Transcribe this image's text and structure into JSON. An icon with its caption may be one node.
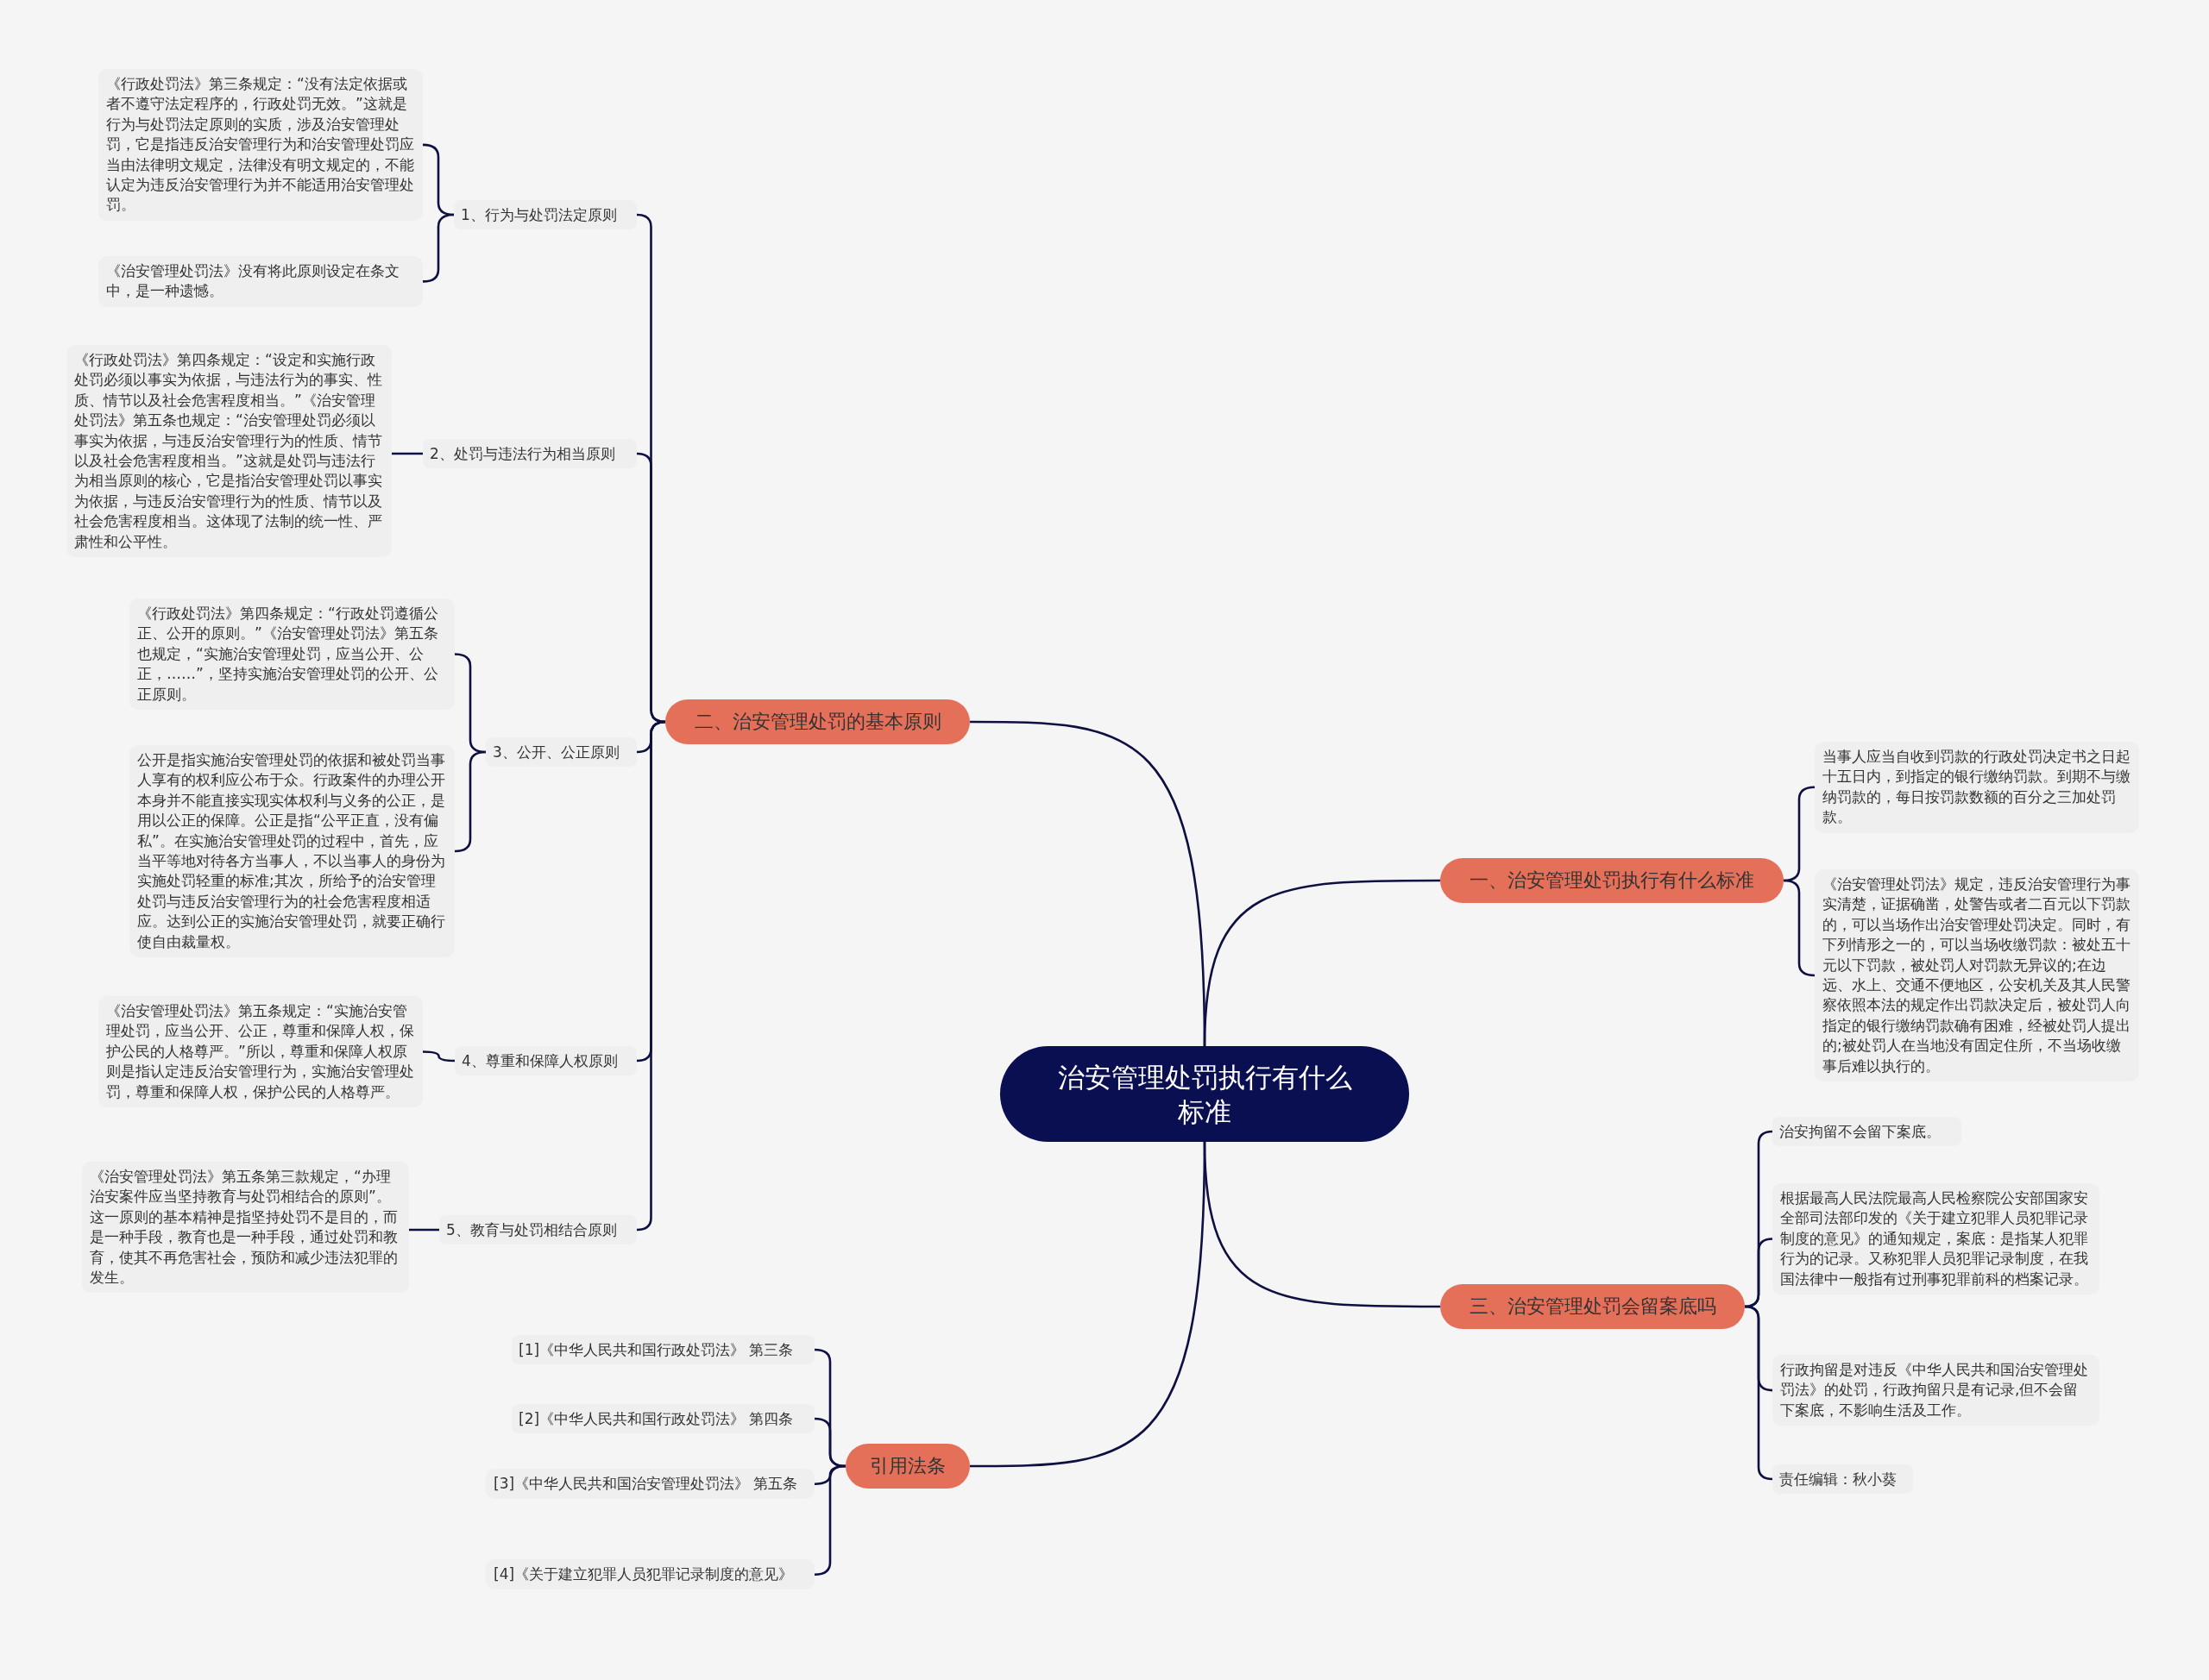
{
  "diagram": {
    "nodes": [
      {
        "text": [
          "治安管理处罚执行有什么标准"
        ]
      },
      {
        "text": [
          "一、治安管理处罚执行有什么标准"
        ]
      },
      {
        "text": [
          "当事人应当自收到罚款的行政处罚决定书之日起十五日内，到指定的银行缴纳罚款。到期不与缴纳罚款的，每日按罚款数额的百分之三加处罚款。"
        ]
      },
      {
        "text": [
          "《治安管理处罚法》规定，违反治安管理行为事实清楚，证据确凿，处警告或者二百元以下罚款的，可以当场作出治安管理处罚决定。同时，有下列情形之一的，可以当场收缴罚款：被处五十元以下罚款，被处罚人对罚款无异议的;在边远、水上、交通不便地区，公安机关及其人民警察依照本法的规定作出罚款决定后，被处罚人向指定的银行缴纳罚款确有困难，经被处罚人提出的;被处罚人在当地没有固定住所，不当场收缴事后难以执行的。"
        ]
      },
      {
        "text": [
          "二、治安管理处罚的基本原则"
        ]
      },
      {
        "text": [
          "1、行为与处罚法定原则"
        ]
      },
      {
        "text": [
          "《行政处罚法》第三条规定：“没有法定依据或者不遵守法定程序的，行政处罚无效。”这就是行为与处罚法定原则的实质，涉及治安管理处罚，它是指违反治安管理行为和治安管理处罚应当由法律明文规定，法律没有明文规定的，不能认定为违反治安管理行为并不能适用治安管理处罚。"
        ]
      },
      {
        "text": [
          "《治安管理处罚法》没有将此原则设定在条文中，是一种遗憾。"
        ]
      },
      {
        "text": [
          "2、处罚与违法行为相当原则"
        ]
      },
      {
        "text": [
          "《行政处罚法》第四条规定：“设定和实施行政处罚必须以事实为依据，与违法行为的事实、性质、情节以及社会危害程度相当。”《治安管理处罚法》第五条也规定：“治安管理处罚必须以事实为依据，与违反治安管理行为的性质、情节以及社会危害程度相当。”这就是处罚与违法行为相当原则的核心，它是指治安管理处罚以事实为依据，与违反治安管理行为的性质、情节以及社会危害程度相当。这体现了法制的统一性、严肃性和公平性。"
        ]
      },
      {
        "text": [
          "3、公开、公正原则"
        ]
      },
      {
        "text": [
          "《行政处罚法》第四条规定：“行政处罚遵循公正、公开的原则。”《治安管理处罚法》第五条也规定，“实施治安管理处罚，应当公开、公正，……”，坚持实施治安管理处罚的公开、公正原则。"
        ]
      },
      {
        "text": [
          "公开是指实施治安管理处罚的依据和被处罚当事人享有的权利应公布于众。行政案件的办理公开本身并不能直接实现实体权利与义务的公正，是用以公正的保障。公正是指“公平正直，没有偏私”。在实施治安管理处罚的过程中，首先，应当平等地对待各方当事人，不以当事人的身份为实施处罚轻重的标准;其次，所给予的治安管理处罚与违反治安管理行为的社会危害程度相适应。达到公正的实施治安管理处罚，就要正确行使自由裁量权。"
        ]
      },
      {
        "text": [
          "4、尊重和保障人权原则"
        ]
      },
      {
        "text": [
          "《治安管理处罚法》第五条规定：“实施治安管理处罚，应当公开、公正，尊重和保障人权，保护公民的人格尊严。”所以，尊重和保障人权原则是指认定违反治安管理行为，实施治安管理处罚，尊重和保障人权，保护公民的人格尊严。"
        ]
      },
      {
        "text": [
          "5、教育与处罚相结合原则"
        ]
      },
      {
        "text": [
          "《治安管理处罚法》第五条第三款规定，“办理治安案件应当坚持教育与处罚相结合的原则”。这一原则的基本精神是指坚持处罚不是目的，而是一种手段，教育也是一种手段，通过处罚和教育，使其不再危害社会，预防和减少违法犯罪的发生。"
        ]
      },
      {
        "text": [
          "引用法条"
        ]
      },
      {
        "text": [
          "[1]《中华人民共和国行政处罚法》 第三条"
        ]
      },
      {
        "text": [
          "[2]《中华人民共和国行政处罚法》 第四条"
        ]
      },
      {
        "text": [
          "[3]《中华人民共和国治安管理处罚法》 第五条"
        ]
      },
      {
        "text": [
          "[4]《关于建立犯罪人员犯罪记录制度的意见》"
        ]
      },
      {
        "text": [
          "三、治安管理处罚会留案底吗"
        ]
      },
      {
        "text": [
          "治安拘留不会留下案底。"
        ]
      },
      {
        "text": [
          "根据最高人民法院最高人民检察院公安部国家安全部司法部印发的《关于建立犯罪人员犯罪记录制度的意见》的通知规定，案底：是指某人犯罪行为的记录。又称犯罪人员犯罪记录制度，在我国法律中一般指有过刑事犯罪前科的档案记录。"
        ]
      },
      {
        "text": [
          "行政拘留是对违反《中华人民共和国治安管理处罚法》的处罚，行政拘留只是有记录,但不会留下案底，不影响生活及工作。"
        ]
      },
      {
        "text": [
          "责任编辑：秋小葵"
        ]
      }
    ],
    "edges": [
      {
        "from": 0,
        "to": 1,
        "arrow": "none"
      },
      {
        "from": 1,
        "to": 2,
        "arrow": "none"
      },
      {
        "from": 1,
        "to": 3,
        "arrow": "none"
      },
      {
        "from": 0,
        "to": 4,
        "arrow": "none"
      },
      {
        "from": 4,
        "to": 5,
        "arrow": "none"
      },
      {
        "from": 5,
        "to": 6,
        "arrow": "none"
      },
      {
        "from": 5,
        "to": 7,
        "arrow": "none"
      },
      {
        "from": 4,
        "to": 8,
        "arrow": "none"
      },
      {
        "from": 8,
        "to": 9,
        "arrow": "none"
      },
      {
        "from": 4,
        "to": 10,
        "arrow": "none"
      },
      {
        "from": 10,
        "to": 11,
        "arrow": "none"
      },
      {
        "from": 10,
        "to": 12,
        "arrow": "none"
      },
      {
        "from": 4,
        "to": 13,
        "arrow": "none"
      },
      {
        "from": 13,
        "to": 14,
        "arrow": "none"
      },
      {
        "from": 4,
        "to": 15,
        "arrow": "none"
      },
      {
        "from": 15,
        "to": 16,
        "arrow": "none"
      },
      {
        "from": 0,
        "to": 17,
        "arrow": "none"
      },
      {
        "from": 17,
        "to": 18,
        "arrow": "none"
      },
      {
        "from": 17,
        "to": 19,
        "arrow": "none"
      },
      {
        "from": 17,
        "to": 20,
        "arrow": "none"
      },
      {
        "from": 17,
        "to": 21,
        "arrow": "none"
      },
      {
        "from": 0,
        "to": 22,
        "arrow": "none"
      },
      {
        "from": 22,
        "to": 23,
        "arrow": "none"
      },
      {
        "from": 22,
        "to": 24,
        "arrow": "none"
      },
      {
        "from": 22,
        "to": 25,
        "arrow": "none"
      },
      {
        "from": 22,
        "to": 26,
        "arrow": "none"
      }
    ]
  }
}
